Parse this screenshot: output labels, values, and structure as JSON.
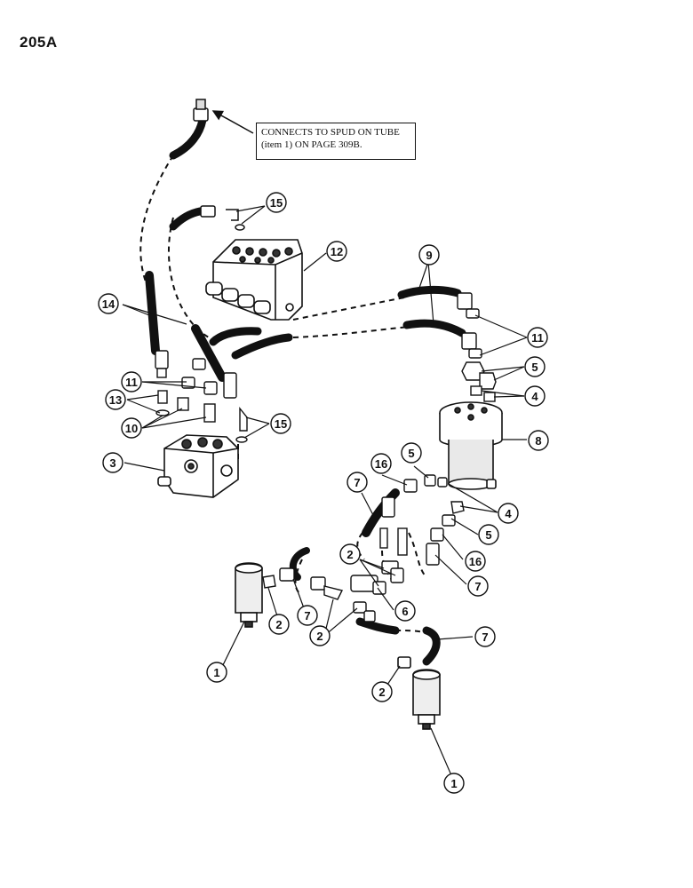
{
  "page": {
    "number": "205A"
  },
  "callout": {
    "line1": "CONNECTS TO SPUD ON TUBE",
    "line2": "(item 1) ON PAGE 309B."
  },
  "parts": {
    "p1": "1",
    "p2": "2",
    "p3": "3",
    "p4": "4",
    "p5": "5",
    "p6": "6",
    "p7": "7",
    "p8": "8",
    "p9": "9",
    "p10": "10",
    "p11": "11",
    "p12": "12",
    "p13": "13",
    "p14": "14",
    "p15": "15",
    "p16": "16"
  }
}
